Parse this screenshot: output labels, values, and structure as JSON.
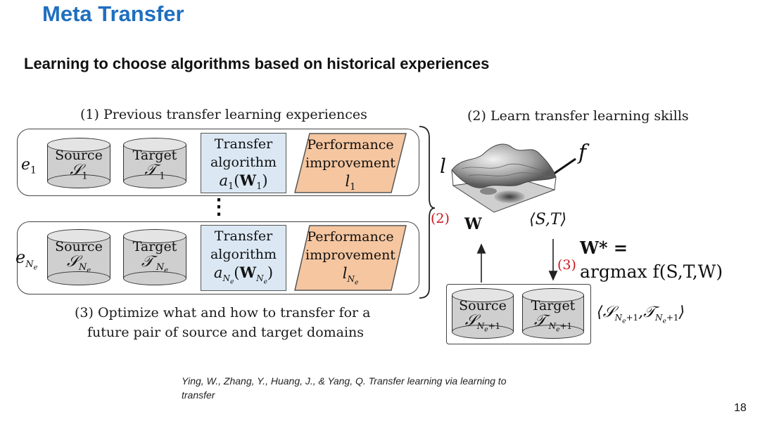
{
  "slide": {
    "title": "Meta Transfer",
    "subtitle": "Learning to choose algorithms based on historical experiences",
    "page_number": "18",
    "reference_line1": "Ying, W., Zhang, Y., Huang, J., & Yang, Q. Transfer learning via learning to",
    "reference_line2": "transfer"
  },
  "diagram": {
    "caption_previous": "(1) Previous transfer learning experiences",
    "caption_learn": "(2) Learn transfer learning skills",
    "caption_optimize_line1": "(3) Optimize what and how to transfer for a",
    "caption_optimize_line2": "future pair of source and target domains",
    "rows": [
      {
        "label": "e1",
        "source_label": "Source",
        "source_symbol": "S1",
        "target_label": "Target",
        "target_symbol": "T1",
        "algo_line1": "Transfer",
        "algo_line2": "algorithm",
        "algo_symbol": "a1(W1)",
        "perf_line1": "Performance",
        "perf_line2": "improvement",
        "perf_symbol": "l1"
      },
      {
        "label": "eNe",
        "source_label": "Source",
        "source_symbol": "SNe",
        "target_label": "Target",
        "target_symbol": "TNe",
        "algo_line1": "Transfer",
        "algo_line2": "algorithm",
        "algo_symbol": "aNe(WNe)",
        "perf_line1": "Performance",
        "perf_line2": "improvement",
        "perf_symbol": "lNe"
      }
    ],
    "ellipsis": "⋮",
    "step2_marker": "(2)",
    "step3_marker": "(3)",
    "surface_axis_l": "l",
    "surface_f": "f",
    "surface_W": "W",
    "surface_ST": "⟨S,T⟩",
    "argmax_line1": "W* =",
    "argmax_line2": "argmax f(S,T,W)",
    "new_source_label": "Source",
    "new_source_symbol": "SNe+1",
    "new_target_label": "Target",
    "new_target_symbol": "TNe+1",
    "new_pair": "⟨SNe+1,TNe+1⟩",
    "colors": {
      "title": "#1f6fbf",
      "algo_box": "#dbe8f4",
      "perf_box": "#f5c6a0",
      "step_markers": "#c8161d"
    }
  }
}
